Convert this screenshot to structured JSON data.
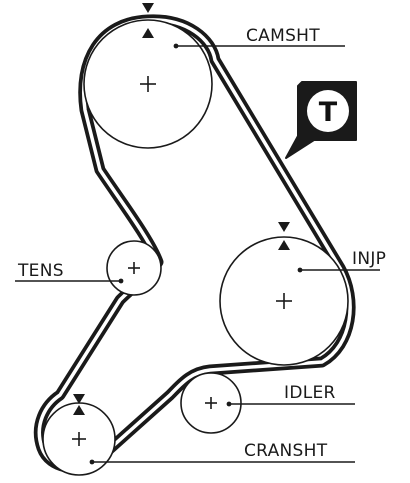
{
  "labels": {
    "camshaft": "CAMSHT",
    "injection_pump": "INJP",
    "tensioner": "TENS",
    "idler": "IDLER",
    "crankshaft": "CRANSHT"
  },
  "badge": {
    "letter": "T"
  },
  "colors": {
    "belt": "#1a1a1a",
    "line": "#1a1a1a",
    "background": "#ffffff"
  }
}
